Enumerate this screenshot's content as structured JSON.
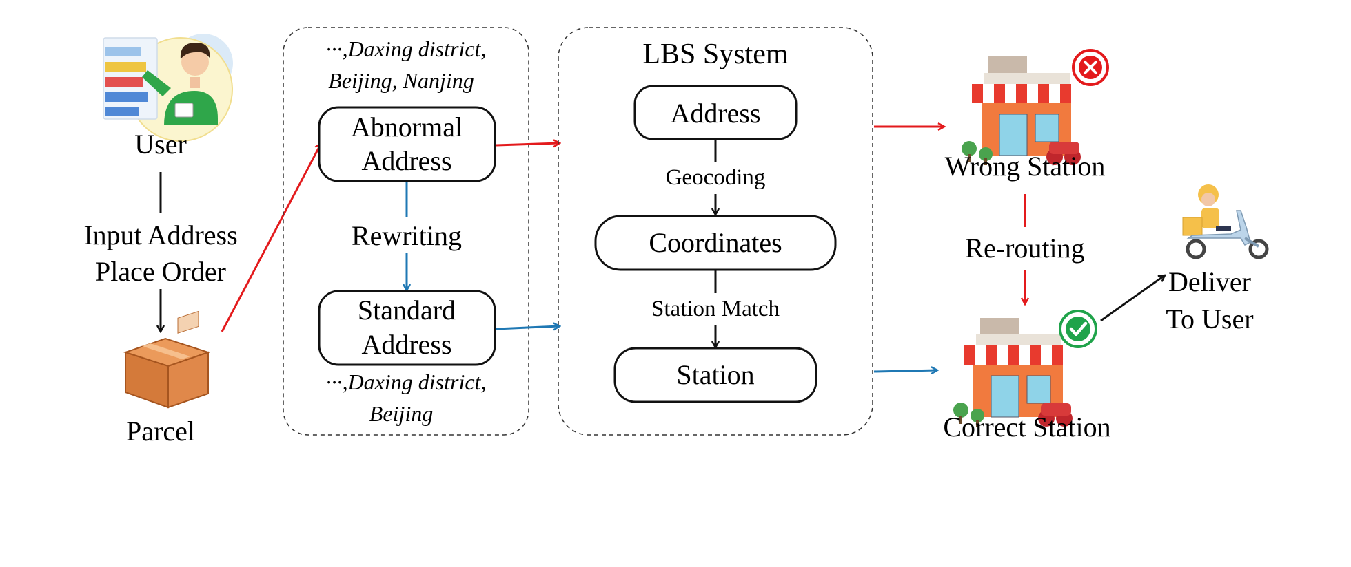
{
  "user": {
    "label": "User"
  },
  "input_step": {
    "line1": "Input Address",
    "line2": "Place Order"
  },
  "parcel": {
    "label": "Parcel"
  },
  "rewrite_panel": {
    "abnormal_example_line1": "···,Daxing district,",
    "abnormal_example_line2": "Beijing, Nanjing",
    "abnormal_line1": "Abnormal",
    "abnormal_line2": "Address",
    "rewriting": "Rewriting",
    "standard_line1": "Standard",
    "standard_line2": "Address",
    "standard_example_line1": "···,Daxing district,",
    "standard_example_line2": "Beijing"
  },
  "lbs": {
    "title": "LBS System",
    "address": "Address",
    "geocoding": "Geocoding",
    "coordinates": "Coordinates",
    "station_match": "Station Match",
    "station": "Station"
  },
  "wrong_station": {
    "label": "Wrong Station"
  },
  "rerouting": {
    "label": "Re-routing"
  },
  "correct_station": {
    "label": "Correct Station"
  },
  "deliver": {
    "line1": "Deliver",
    "line2": "To User"
  },
  "colors": {
    "red": "#e31a1c",
    "blue": "#1f78b4",
    "black": "#111111",
    "green": "#1fa34a"
  },
  "icons": [
    "user-at-screen-icon",
    "parcel-box-icon",
    "shop-station-icon",
    "error-x-icon",
    "check-icon",
    "delivery-scooter-icon"
  ]
}
